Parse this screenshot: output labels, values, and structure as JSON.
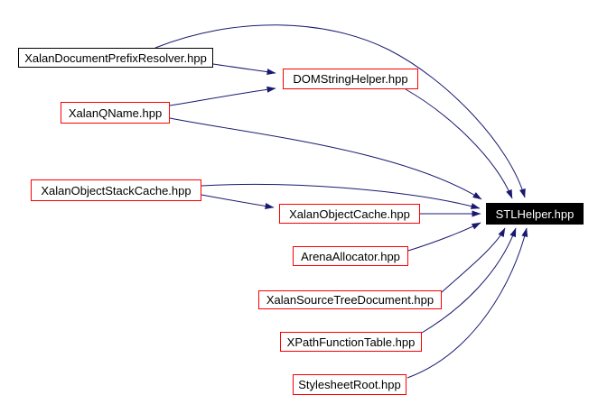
{
  "diagram": {
    "title": "STLHelper.hpp included-by dependency graph",
    "type": "include-dependency-graph",
    "colors": {
      "edge": "#191970",
      "node_border": "#ff0000",
      "plain_node_border": "#000000",
      "target_node_bg": "#000000",
      "target_node_text": "#ffffff",
      "node_bg": "#ffffff",
      "background": "#ffffff"
    },
    "nodes": [
      {
        "label": "XalanDocumentPrefixResolver.hpp",
        "variant": "plain"
      },
      {
        "label": "DOMStringHelper.hpp",
        "variant": "red"
      },
      {
        "label": "XalanQName.hpp",
        "variant": "red"
      },
      {
        "label": "XalanObjectStackCache.hpp",
        "variant": "red"
      },
      {
        "label": "XalanObjectCache.hpp",
        "variant": "red"
      },
      {
        "label": "ArenaAllocator.hpp",
        "variant": "red"
      },
      {
        "label": "XalanSourceTreeDocument.hpp",
        "variant": "red"
      },
      {
        "label": "XPathFunctionTable.hpp",
        "variant": "red"
      },
      {
        "label": "StylesheetRoot.hpp",
        "variant": "red"
      },
      {
        "label": "STLHelper.hpp",
        "variant": "target"
      }
    ],
    "edges": [
      {
        "from": "XalanDocumentPrefixResolver.hpp",
        "to": "DOMStringHelper.hpp"
      },
      {
        "from": "XalanDocumentPrefixResolver.hpp",
        "to": "STLHelper.hpp"
      },
      {
        "from": "XalanQName.hpp",
        "to": "DOMStringHelper.hpp"
      },
      {
        "from": "XalanQName.hpp",
        "to": "STLHelper.hpp"
      },
      {
        "from": "DOMStringHelper.hpp",
        "to": "STLHelper.hpp"
      },
      {
        "from": "XalanObjectStackCache.hpp",
        "to": "STLHelper.hpp"
      },
      {
        "from": "XalanObjectStackCache.hpp",
        "to": "XalanObjectCache.hpp"
      },
      {
        "from": "XalanObjectCache.hpp",
        "to": "STLHelper.hpp"
      },
      {
        "from": "ArenaAllocator.hpp",
        "to": "STLHelper.hpp"
      },
      {
        "from": "XalanSourceTreeDocument.hpp",
        "to": "STLHelper.hpp"
      },
      {
        "from": "XPathFunctionTable.hpp",
        "to": "STLHelper.hpp"
      },
      {
        "from": "StylesheetRoot.hpp",
        "to": "STLHelper.hpp"
      }
    ]
  }
}
